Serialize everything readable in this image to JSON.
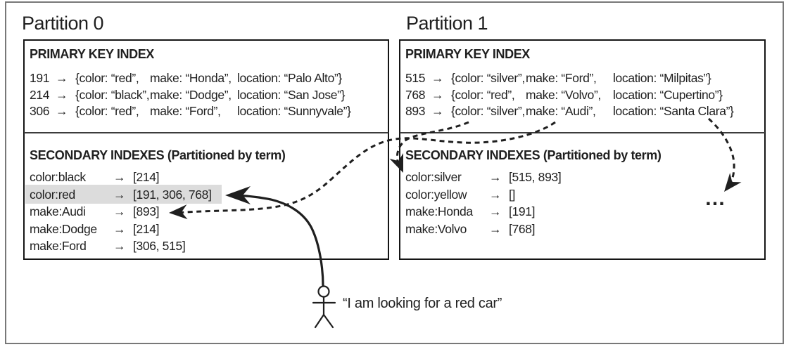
{
  "figure": {
    "type": "database-partitioning-diagram",
    "description": "Term-partitioned secondary indexes across two partitions"
  },
  "glyphs": {
    "maps_to": "→",
    "more_partitions": "…"
  },
  "colors": {
    "ink": "#1f1f1f",
    "highlight": "#dcdcdc",
    "frame": "#787878"
  },
  "partition0": {
    "title": "Partition 0",
    "primary_index": {
      "header": "PRIMARY KEY INDEX",
      "rows": [
        {
          "id": "191",
          "color": "{color: “red”,",
          "make": "make: “Honda”,",
          "location": "location: “Palo Alto”}"
        },
        {
          "id": "214",
          "color": "{color: “black”,",
          "make": "make: “Dodge”,",
          "location": "location: “San Jose”}"
        },
        {
          "id": "306",
          "color": "{color: “red”,",
          "make": "make: “Ford”,",
          "location": "location: “Sunnyvale”}"
        }
      ]
    },
    "secondary_index": {
      "header": "SECONDARY INDEXES (Partitioned by term)",
      "rows": [
        {
          "term": "color:black",
          "value": "[214]",
          "highlighted": false
        },
        {
          "term": "color:red",
          "value": "[191, 306, 768]",
          "highlighted": true
        },
        {
          "term": "make:Audi",
          "value": "[893]",
          "highlighted": false
        },
        {
          "term": "make:Dodge",
          "value": "[214]",
          "highlighted": false
        },
        {
          "term": "make:Ford",
          "value": "[306, 515]",
          "highlighted": false
        }
      ]
    }
  },
  "partition1": {
    "title": "Partition 1",
    "primary_index": {
      "header": "PRIMARY KEY INDEX",
      "rows": [
        {
          "id": "515",
          "color": "{color: “silver”,",
          "make": "make: “Ford”,",
          "location": "location: “Milpitas”}"
        },
        {
          "id": "768",
          "color": "{color: “red”,",
          "make": "make: “Volvo”,",
          "location": "location: “Cupertino”}"
        },
        {
          "id": "893",
          "color": "{color: “silver”,",
          "make": "make: “Audi”,",
          "location": "location: “Santa Clara”}"
        }
      ]
    },
    "secondary_index": {
      "header": "SECONDARY INDEXES (Partitioned by term)",
      "rows": [
        {
          "term": "color:silver",
          "value": "[515, 893]"
        },
        {
          "term": "color:yellow",
          "value": "[]"
        },
        {
          "term": "make:Honda",
          "value": "[191]"
        },
        {
          "term": "make:Volvo",
          "value": "[768]"
        }
      ]
    }
  },
  "query": {
    "caption": "“I am looking for a red car”"
  },
  "arrows": {
    "query": {
      "style": "solid",
      "from": "user",
      "to": "partition0 color:red entry"
    },
    "silver": {
      "style": "dashed",
      "from": "record 893 color field",
      "to": "partition1 color:silver entry"
    },
    "audi": {
      "style": "dashed",
      "from": "record 893 make field",
      "to": "partition0 make:Audi entry"
    },
    "location": {
      "style": "dashed",
      "from": "record 893 location field",
      "to": "another partition"
    }
  }
}
